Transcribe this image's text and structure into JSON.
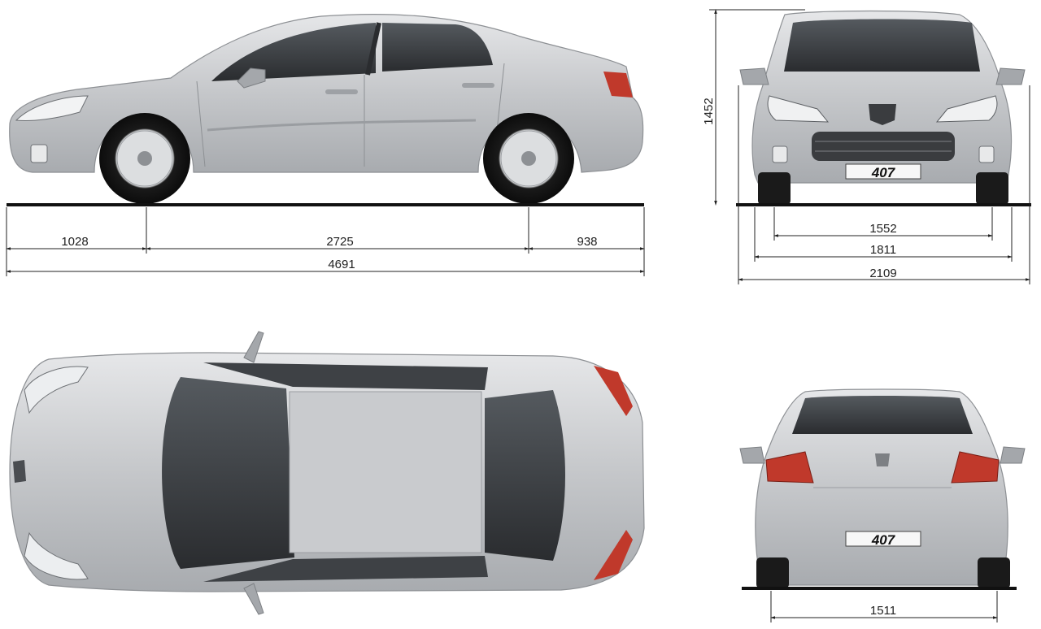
{
  "side_view": {
    "front_overhang": "1028",
    "wheelbase": "2725",
    "rear_overhang": "938",
    "overall_length": "4691"
  },
  "front_view": {
    "height": "1452",
    "front_track": "1552",
    "body_width": "1811",
    "width_with_mirrors": "2109",
    "badge": "407"
  },
  "rear_view": {
    "rear_track": "1511",
    "badge": "407"
  },
  "colors": {
    "body": "#c4c6c9",
    "glass": "#3a3c3f",
    "tail_light": "#c0392b",
    "dimension_line": "#222222"
  }
}
